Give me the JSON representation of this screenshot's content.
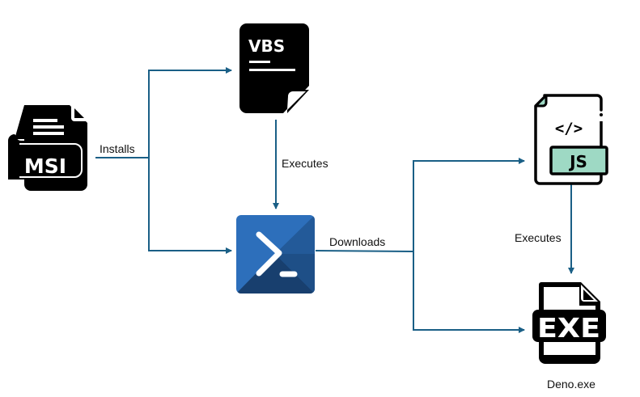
{
  "diagram": {
    "colors": {
      "edge": "#1a5f86",
      "icon_black": "#000000",
      "js_accent": "#9ed9c4",
      "ps_light": "#2d6fbb",
      "ps_mid": "#235a99",
      "ps_dark": "#183f6e"
    },
    "nodes": [
      {
        "id": "msi",
        "icon": "msi-file-icon",
        "text": "MSI"
      },
      {
        "id": "vbs",
        "icon": "vbs-file-icon",
        "text": "VBS"
      },
      {
        "id": "powershell",
        "icon": "powershell-icon",
        "text": ">_"
      },
      {
        "id": "js",
        "icon": "js-file-icon",
        "text": "JS",
        "code": "</>"
      },
      {
        "id": "exe",
        "icon": "exe-file-icon",
        "text": "EXE",
        "caption": "Deno.exe"
      }
    ],
    "edges": [
      {
        "from": "msi",
        "to": "vbs",
        "label": "Installs"
      },
      {
        "from": "msi",
        "to": "powershell",
        "label": ""
      },
      {
        "from": "vbs",
        "to": "powershell",
        "label": "Executes"
      },
      {
        "from": "powershell",
        "to": "js",
        "label": "Downloads"
      },
      {
        "from": "powershell",
        "to": "exe",
        "label": ""
      },
      {
        "from": "js",
        "to": "exe",
        "label": "Executes"
      }
    ]
  }
}
